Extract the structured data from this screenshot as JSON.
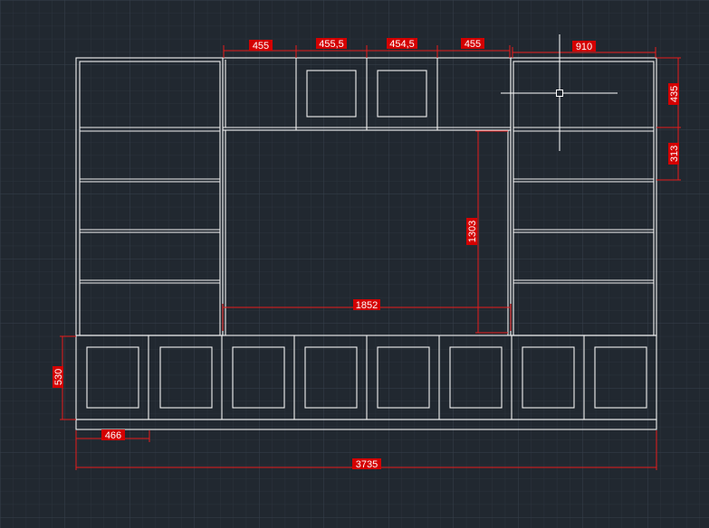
{
  "colors": {
    "background": "#212830",
    "grid_minor": "#2b333d",
    "grid_major": "#36404c",
    "geometry": "#f2f2f2",
    "dimension": "#e81c1c",
    "dimension_text_bg": "#d40000",
    "dimension_text": "#ffffff",
    "cursor": "#ffffff"
  },
  "dimensions": {
    "top_455_left": "455",
    "top_455_5": "455,5",
    "top_454_5": "454,5",
    "top_455_right": "455",
    "top_910": "910",
    "right_435": "435",
    "right_313": "313",
    "niche_height_1303": "1303",
    "niche_width_1852": "1852",
    "base_height_530": "530",
    "base_door_466": "466",
    "overall_width_3735": "3735"
  },
  "cursor": {
    "type": "crosshair-pickbox"
  }
}
